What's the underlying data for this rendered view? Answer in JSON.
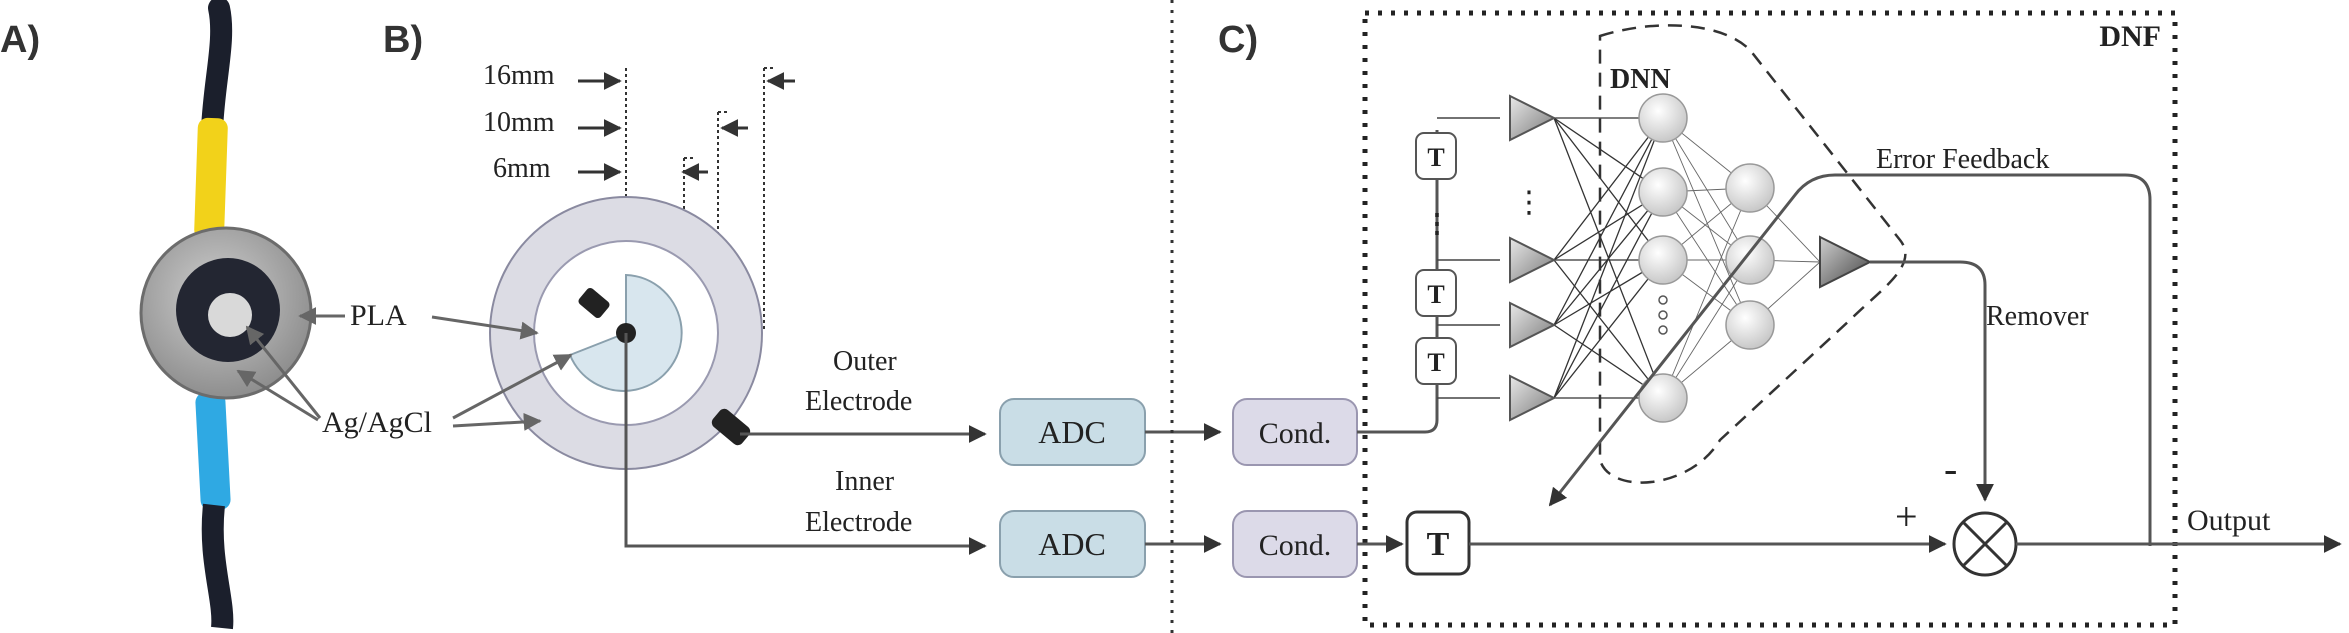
{
  "panels": {
    "a": "A)",
    "b": "B)",
    "c": "C)"
  },
  "photo": {
    "pla_label": "PLA",
    "ag_label": "Ag/AgCl"
  },
  "electrode": {
    "dims": [
      "16mm",
      "10mm",
      "6mm"
    ],
    "outer_label_1": "Outer",
    "outer_label_2": "Electrode",
    "inner_label_1": "Inner",
    "inner_label_2": "Electrode"
  },
  "blocks": {
    "adc": "ADC",
    "cond": "Cond.",
    "delay": "T"
  },
  "dnf": {
    "title": "DNF",
    "dnn": "DNN",
    "error_feedback": "Error Feedback",
    "remover": "Remover",
    "plus": "+",
    "minus": "-",
    "output": "Output"
  },
  "colors": {
    "block_fill": "#c9dde6",
    "cond_fill": "#dcdae8",
    "ring_outer": "#dcdce4",
    "ring_center": "#d8e6ee",
    "cable": "#1b1f2c",
    "yellow_sleeve": "#f2d21a",
    "blue_sleeve": "#2fa9e3"
  }
}
